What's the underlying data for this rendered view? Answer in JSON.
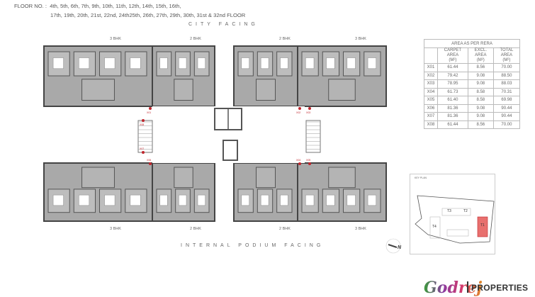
{
  "header": {
    "floor_label": "FLOOR NO. :",
    "floors_line1": "4th, 5th, 6th, 7th, 9th, 10th, 11th, 12th, 14th, 15th, 16th,",
    "floors_line2": "17th, 19th, 20th, 21st, 22nd, 24th25th, 26th, 27th, 29th, 30th, 31st & 32nd FLOOR"
  },
  "plan": {
    "top_facing": "CITY FACING",
    "bottom_facing": "INTERNAL PODIUM FACING",
    "top_units": [
      "3 BHK",
      "2 BHK",
      "2 BHK",
      "3 BHK"
    ],
    "bottom_units": [
      "3 BHK",
      "2 BHK",
      "2 BHK",
      "3 BHK"
    ],
    "unit_markers": [
      "X01",
      "X08",
      "X07",
      "X06",
      "X02",
      "X03",
      "X04",
      "X05"
    ],
    "north": "N",
    "accent": "#c0262d"
  },
  "rera": {
    "title": "AREA AS PER RERA",
    "columns": [
      "CARPET AREA",
      "EXCL. AREA",
      "TOTAL AREA"
    ],
    "unit": "(M²)",
    "rows": [
      [
        "X01",
        "61.44",
        "8.56",
        "70.00"
      ],
      [
        "X02",
        "79.42",
        "9.08",
        "88.50"
      ],
      [
        "X03",
        "78.95",
        "9.08",
        "88.03"
      ],
      [
        "X04",
        "61.73",
        "8.58",
        "70.31"
      ],
      [
        "X05",
        "61.40",
        "8.58",
        "69.98"
      ],
      [
        "X06",
        "81.36",
        "9.08",
        "90.44"
      ],
      [
        "X07",
        "81.36",
        "9.08",
        "90.44"
      ],
      [
        "X08",
        "61.44",
        "8.56",
        "70.00"
      ]
    ]
  },
  "keyplan": {
    "title": "KEY PLAN",
    "towers": [
      "T1",
      "T2",
      "T3",
      "T4"
    ],
    "highlight": "#e8706e"
  },
  "brand": {
    "logo": "Godrej",
    "divider": "|",
    "name": "PROPERTIES"
  }
}
